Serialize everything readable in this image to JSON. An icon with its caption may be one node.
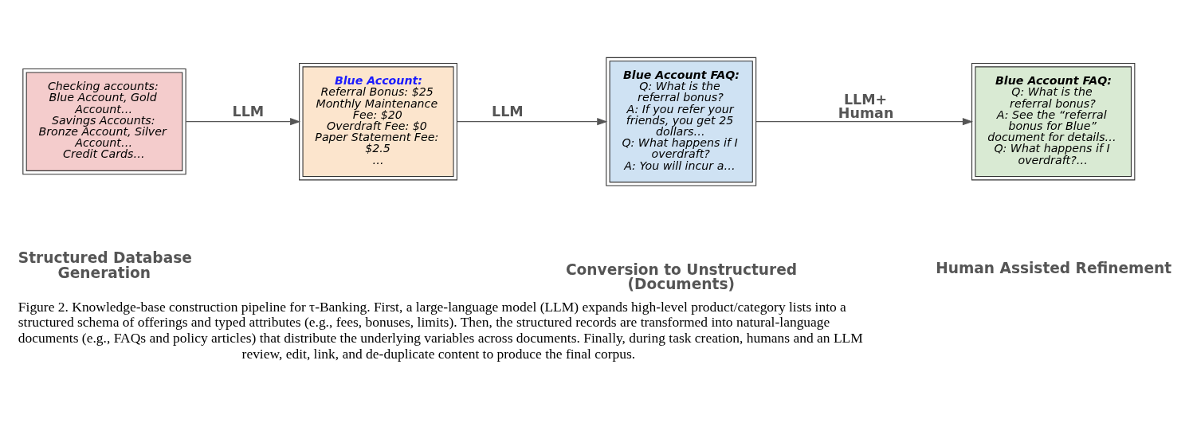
{
  "diagram": {
    "caption": "Figure 2. Knowledge-base construction pipeline for τ-Banking. First, a large-language model (LLM) expands high-level product/category lists into a structured schema of offerings and typed attributes (e.g., fees, bonuses, limits). Then, the structured records are transformed into natural-language documents (e.g., FAQs and policy articles) that distribute the underlying variables across documents. Finally, during task creation, humans and an LLM review, edit, link, and de-duplicate content to produce the final corpus.",
    "nodes": [
      {
        "text": [
          "Checking accounts: Blue Account, Gold Account…",
          "Savings Accounts: Bronze Account, Silver Account…",
          "Credit Cards…"
        ]
      },
      {
        "text": [
          "Blue Account:",
          "Referral Bonus: $25",
          "Monthly Maintenance Fee: $20",
          "Overdraft Fee: $0",
          "Paper Statement Fee: $2.5",
          "…"
        ]
      },
      {
        "text": [
          "Blue Account FAQ:",
          "Q: What is the referral bonus?",
          "A: If you refer your friends, you get 25 dollars…",
          "Q: What happens if I overdraft?",
          "A: You will incur a…"
        ]
      },
      {
        "text": [
          "Blue Account FAQ:",
          "Q: What is the referral bonus?",
          "A: See the “referral bonus for Blue” document for details…",
          "Q: What happens if I overdraft?…"
        ]
      }
    ],
    "edges": [
      {
        "from": 0,
        "to": 1,
        "arrow": "to",
        "label": "LLM"
      },
      {
        "from": 1,
        "to": 2,
        "arrow": "to",
        "label": "LLM"
      },
      {
        "from": 2,
        "to": 3,
        "arrow": "to",
        "label": "LLM+ Human"
      }
    ],
    "labels": [
      "Structured Database Generation",
      "Conversion to Unstructured (Documents)",
      "Human Assisted Refinement"
    ]
  }
}
